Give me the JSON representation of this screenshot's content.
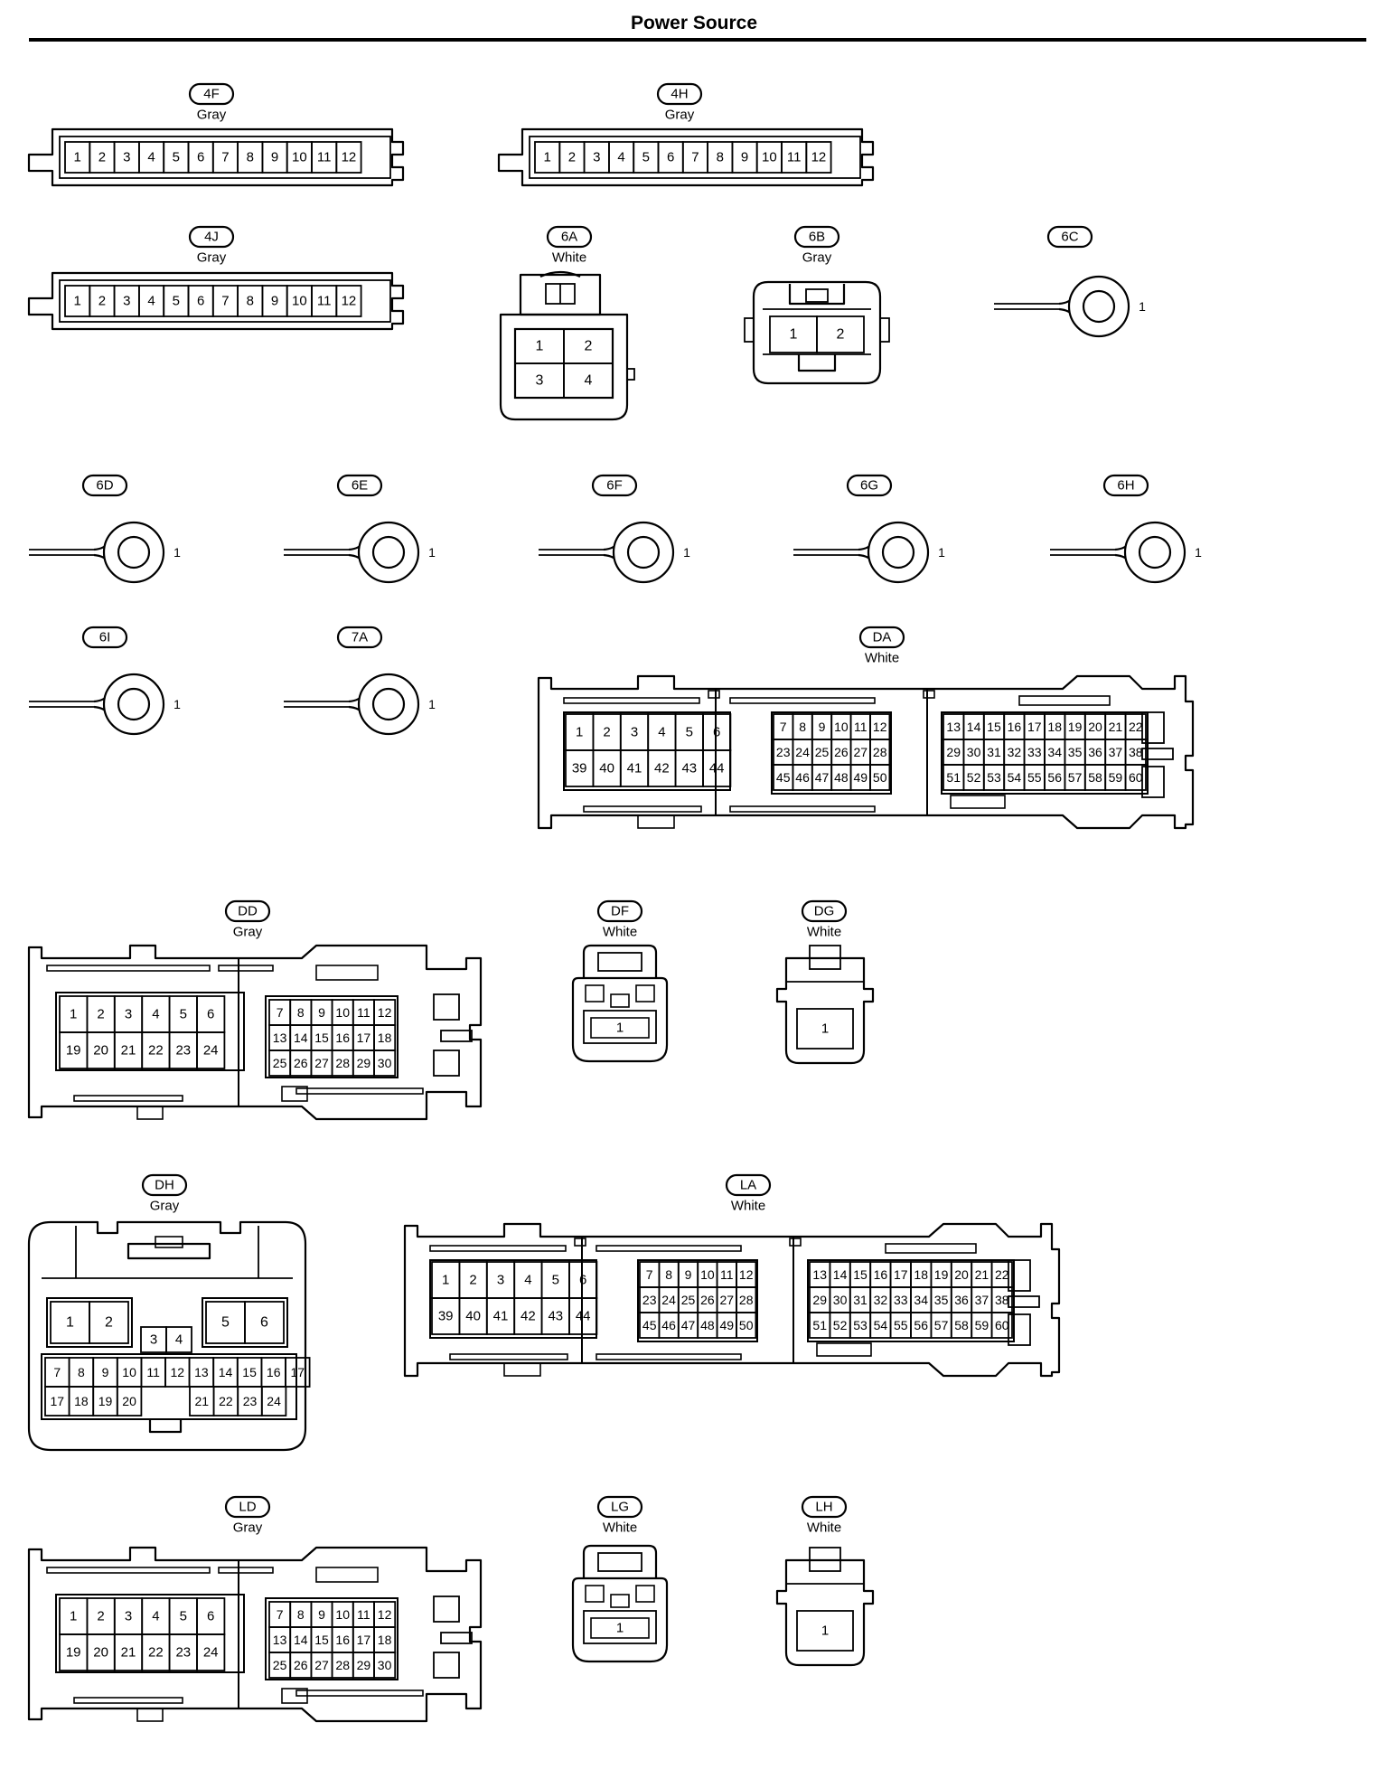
{
  "title": "Power Source",
  "connectors": [
    {
      "code": "4F",
      "color": "Gray"
    },
    {
      "code": "4H",
      "color": "Gray"
    },
    {
      "code": "4J",
      "color": "Gray"
    },
    {
      "code": "6A",
      "color": "White"
    },
    {
      "code": "6B",
      "color": "Gray"
    },
    {
      "code": "6C",
      "color": ""
    },
    {
      "code": "6D",
      "color": ""
    },
    {
      "code": "6E",
      "color": ""
    },
    {
      "code": "6F",
      "color": ""
    },
    {
      "code": "6G",
      "color": ""
    },
    {
      "code": "6H",
      "color": ""
    },
    {
      "code": "6I",
      "color": ""
    },
    {
      "code": "7A",
      "color": ""
    },
    {
      "code": "DA",
      "color": "White"
    },
    {
      "code": "DD",
      "color": "Gray"
    },
    {
      "code": "DF",
      "color": "White"
    },
    {
      "code": "DG",
      "color": "White"
    },
    {
      "code": "DH",
      "color": "Gray"
    },
    {
      "code": "LA",
      "color": "White"
    },
    {
      "code": "LD",
      "color": "Gray"
    },
    {
      "code": "LG",
      "color": "White"
    },
    {
      "code": "LH",
      "color": "White"
    }
  ]
}
